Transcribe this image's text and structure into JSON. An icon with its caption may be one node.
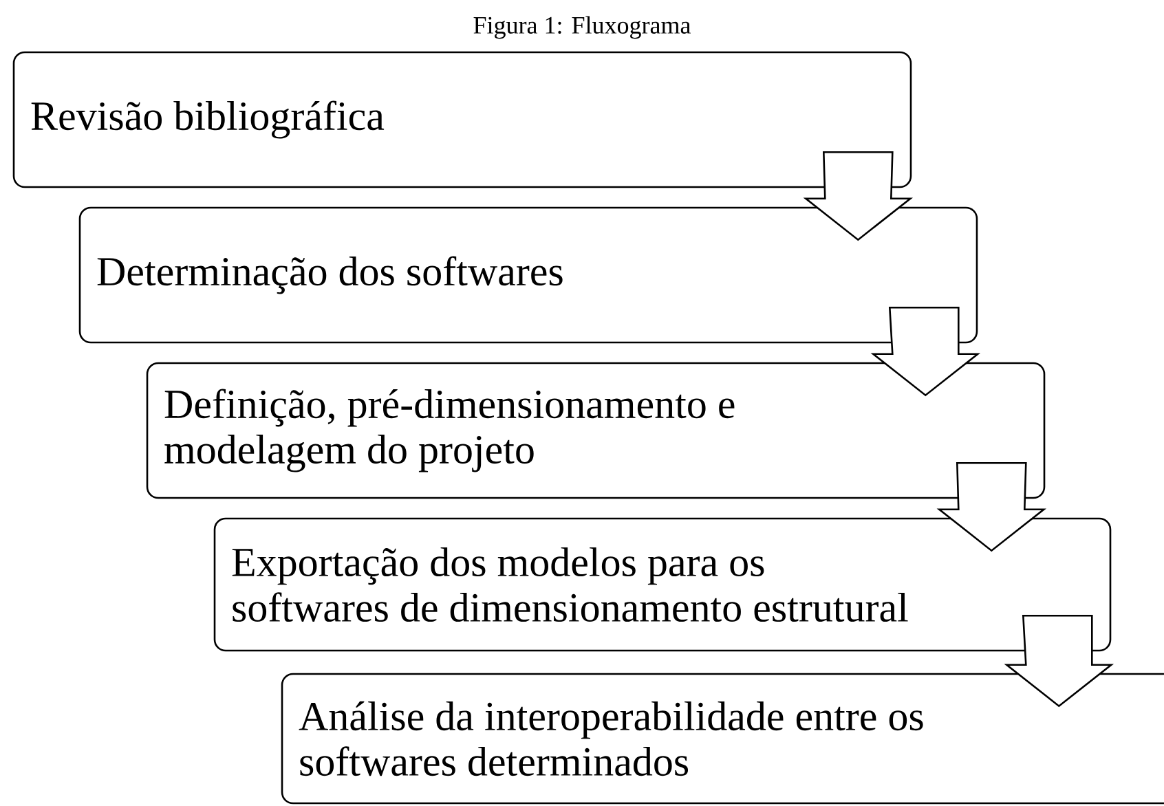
{
  "diagram": {
    "title": "Figura 1: Fluxograma",
    "nodes": [
      {
        "text": [
          "Revisão bibliográfica"
        ]
      },
      {
        "text": [
          "Determinação dos softwares"
        ]
      },
      {
        "text": [
          "Definição, pré-dimensionamento e modelagem do projeto"
        ]
      },
      {
        "text": [
          "Exportação dos modelos para os softwares de dimensionamento estrutural"
        ]
      },
      {
        "text": [
          "Análise da interoperabilidade entre os softwares determinados"
        ]
      }
    ],
    "edges": [
      {
        "from": 0,
        "to": 1,
        "arrow": "to"
      },
      {
        "from": 1,
        "to": 2,
        "arrow": "to"
      },
      {
        "from": 2,
        "to": 3,
        "arrow": "to"
      },
      {
        "from": 3,
        "to": 4,
        "arrow": "to"
      }
    ]
  }
}
